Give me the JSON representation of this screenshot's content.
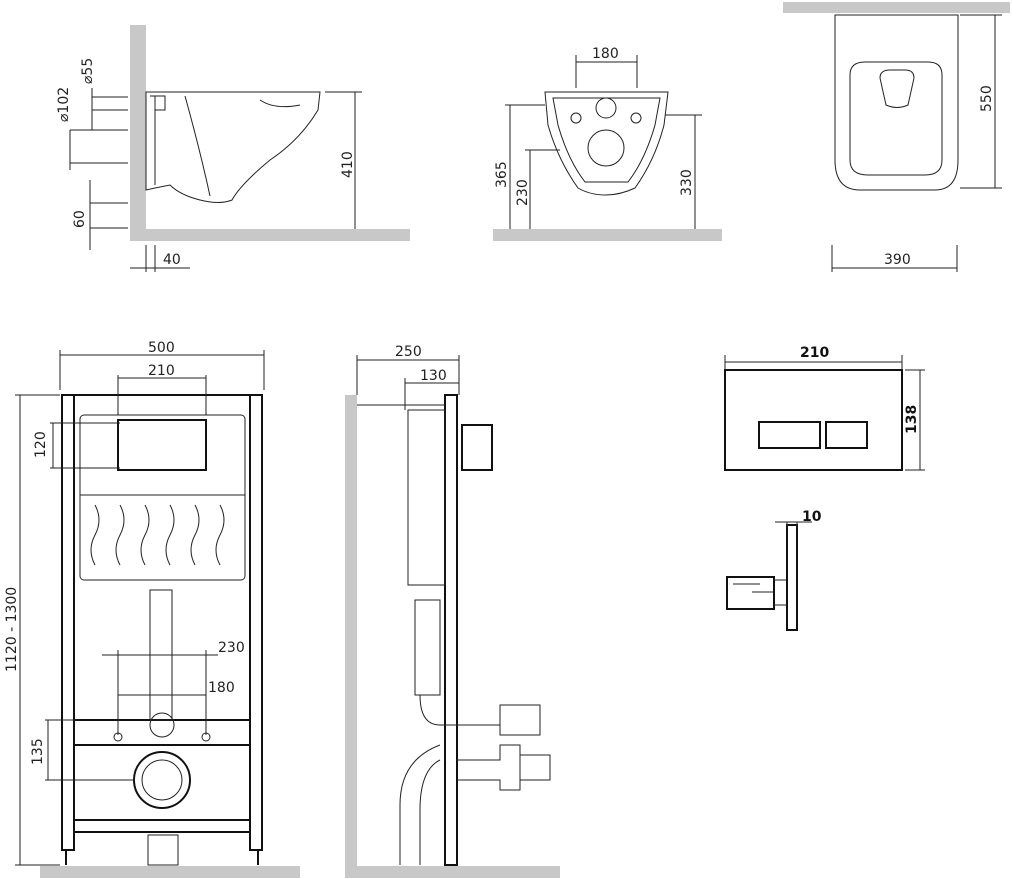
{
  "side_view": {
    "d_55": "⌀55",
    "d_102": "⌀102",
    "h_60": "60",
    "w_40": "40",
    "h_410": "410"
  },
  "front_view": {
    "w_180": "180",
    "h_365": "365",
    "h_230": "230",
    "h_330": "330"
  },
  "top_view": {
    "h_550": "550",
    "w_390": "390"
  },
  "frame_front": {
    "w_500": "500",
    "w_210": "210",
    "h_120": "120",
    "h_range": "1120 - 1300",
    "w_230": "230",
    "w_180": "180",
    "h_135": "135"
  },
  "frame_side": {
    "w_250": "250",
    "w_130": "130"
  },
  "flush_plate": {
    "w_210": "210",
    "h_138": "138",
    "d_10": "10"
  },
  "colors": {
    "ground": "#c8c8c8",
    "line": "#222222"
  }
}
